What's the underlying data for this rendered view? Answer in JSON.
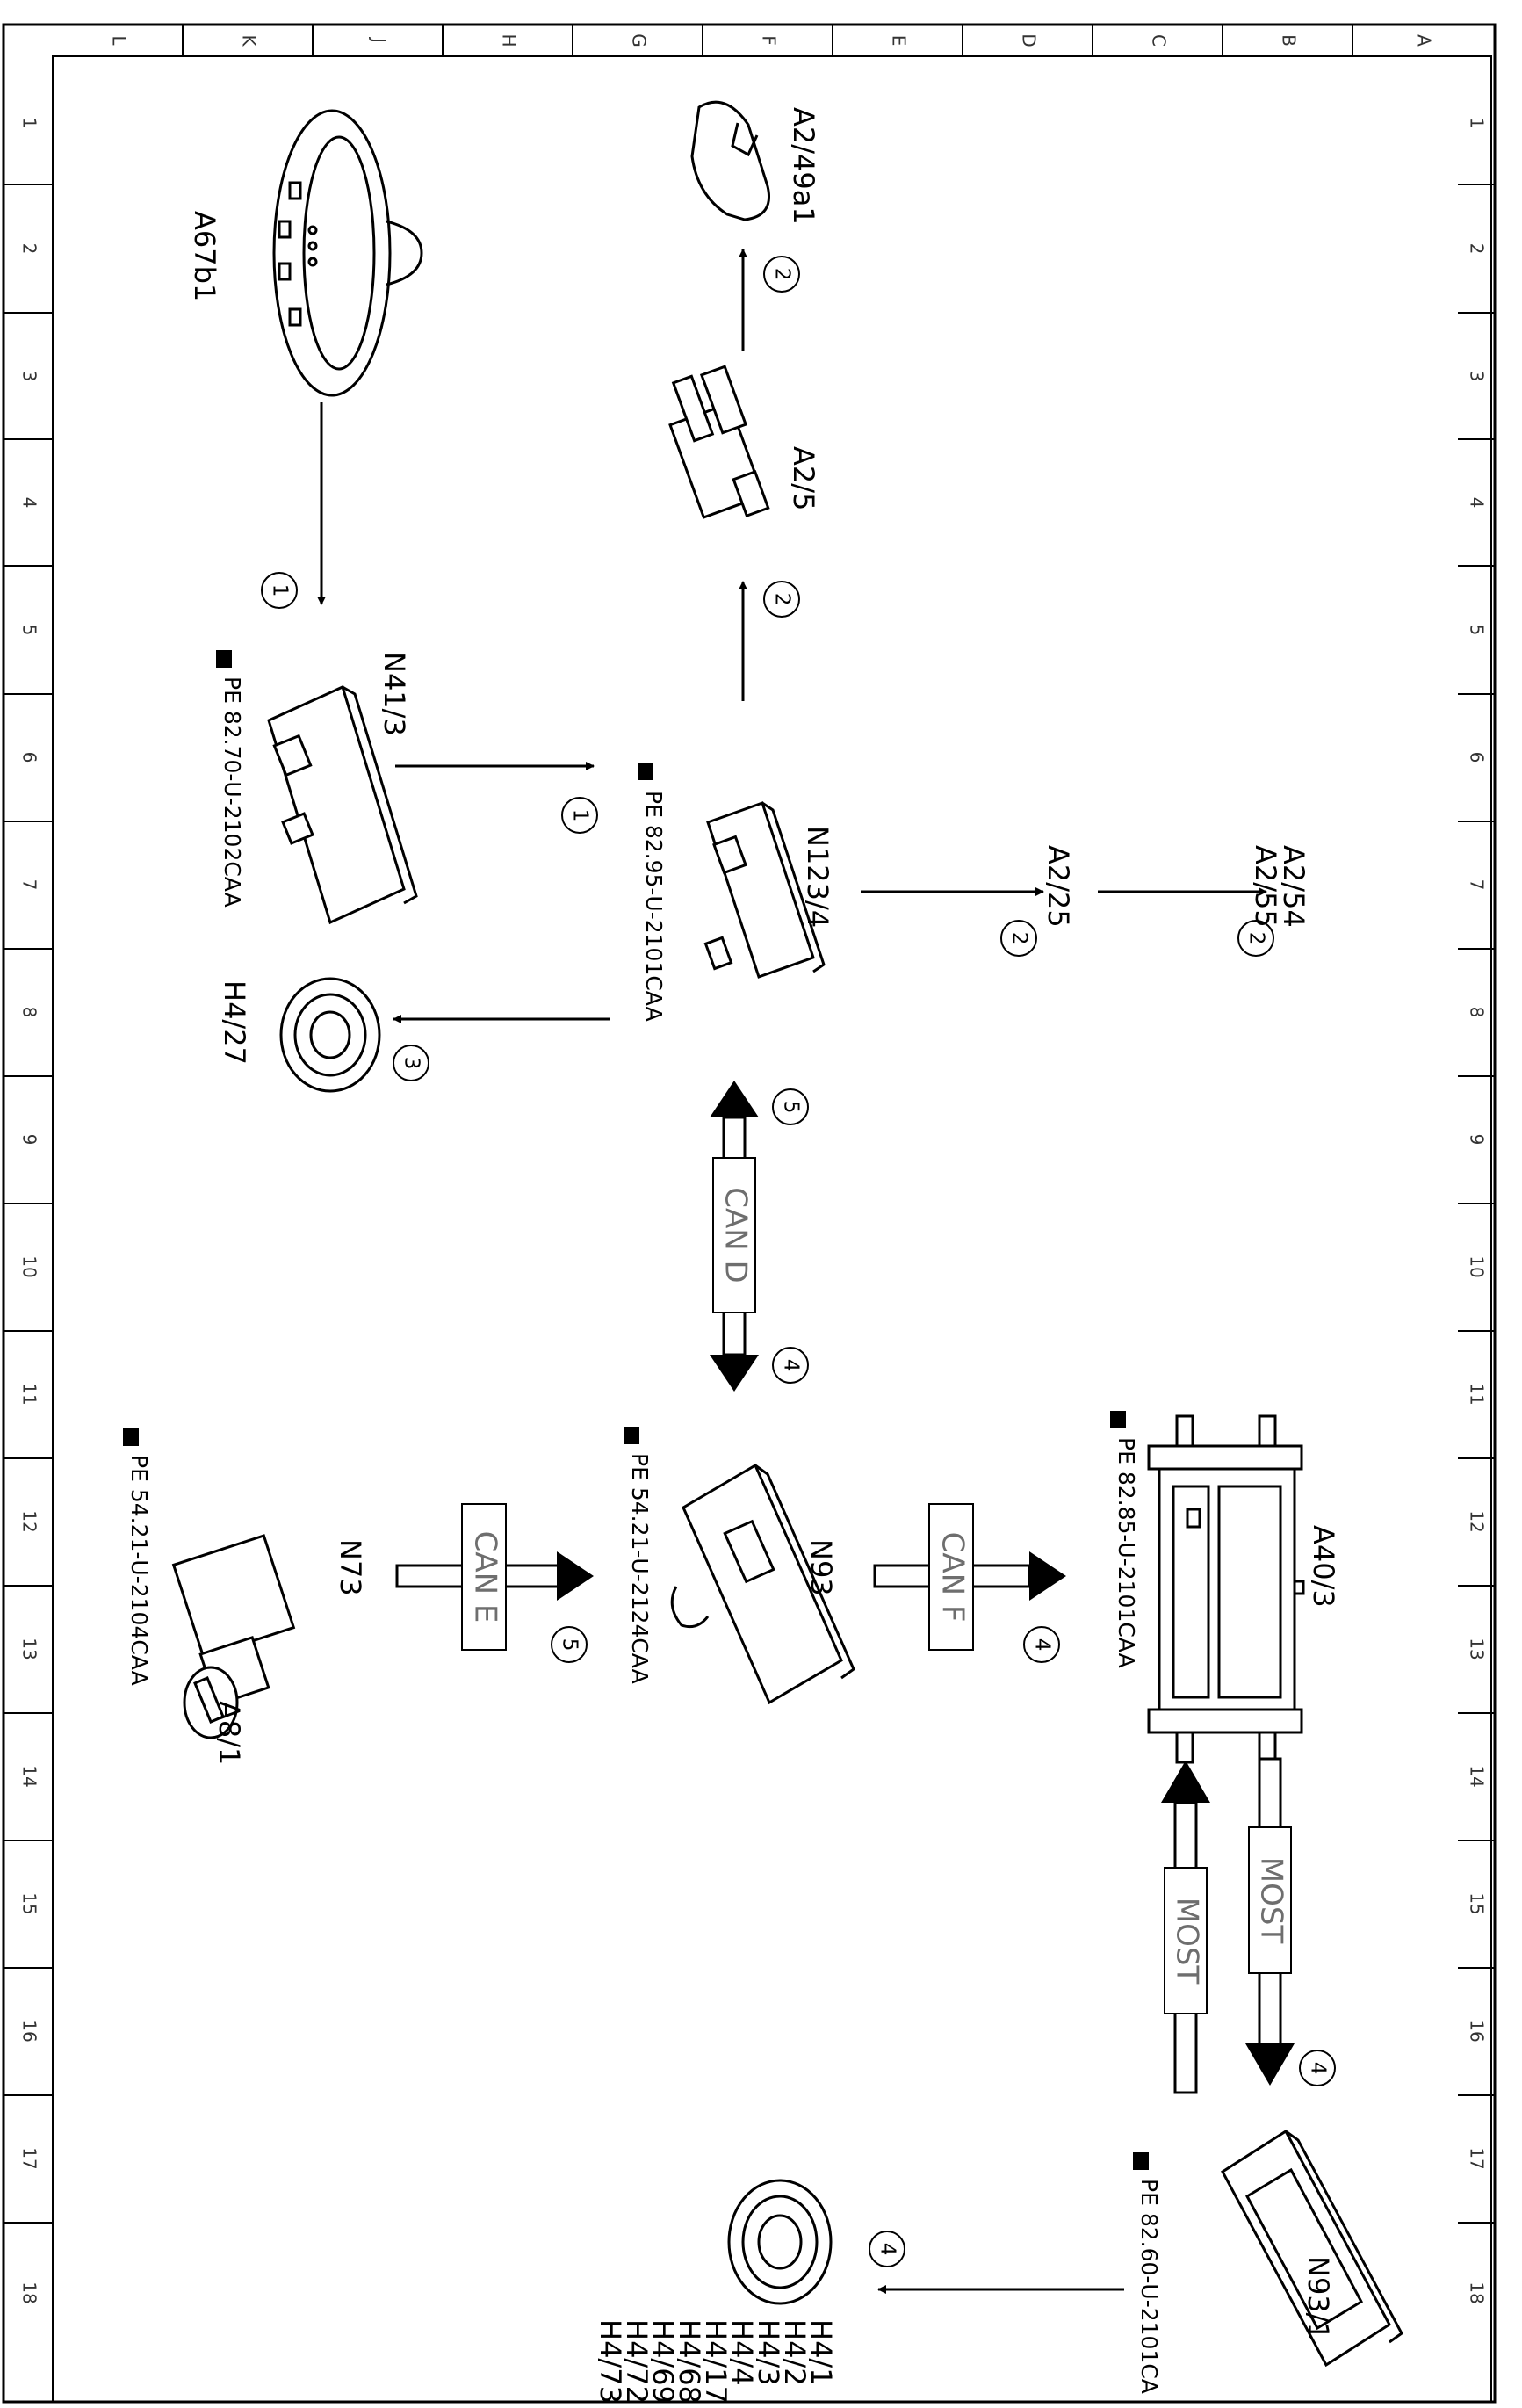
{
  "frame": {
    "columns": [
      "L",
      "K",
      "J",
      "H",
      "G",
      "F",
      "E",
      "D",
      "C",
      "B",
      "A"
    ],
    "rows": [
      "1",
      "2",
      "3",
      "4",
      "5",
      "6",
      "7",
      "8",
      "9",
      "10",
      "11",
      "12",
      "13",
      "14",
      "15",
      "16",
      "17",
      "18"
    ]
  },
  "components": {
    "a67b1": "A67b1",
    "a2_49a1": "A2/49a1",
    "a2_5": "A2/5",
    "n41_3": "N41/3",
    "n41_3_ref": "PE 82.70-U-2102CAA",
    "n123_4": "N123/4",
    "n123_4_ref": "PE 82.95-U-2101CAA",
    "a2_25": "A2/25",
    "a2_54": "A2/54",
    "a2_55": "A2/55",
    "h4_27": "H4/27",
    "n73": "N73",
    "n73_ref": "PE 54.21-U-2104CAA",
    "a8_1": "A8/1",
    "n93": "N93",
    "n93_ref": "PE 54.21-U-2124CAA",
    "a40_3": "A40/3",
    "a40_3_ref": "PE 82.85-U-2101CAA",
    "n93_1": "N93/1",
    "n93_1_ref": "PE 82.60-U-2101CA",
    "speakers": [
      "H4/1",
      "H4/2",
      "H4/3",
      "H4/4",
      "H4/17",
      "H4/68",
      "H4/69",
      "H4/72",
      "H4/73"
    ]
  },
  "buses": {
    "can_d": "CAN D",
    "can_e": "CAN E",
    "can_f": "CAN F",
    "most": "MOST"
  },
  "callouts": {
    "c_a67_n41": "1",
    "c_n41_n123": "1",
    "c_a25_a49": "2",
    "c_n123_a25": "2",
    "c_n123_a2_25": "2",
    "c_a2_25_a2_54": "2",
    "c_n123_h4": "3",
    "c_can_d_top": "5",
    "c_can_d_bottom": "4",
    "c_can_e": "5",
    "c_can_f": "4",
    "c_most": "4",
    "c_n93_1_h4": "4"
  }
}
